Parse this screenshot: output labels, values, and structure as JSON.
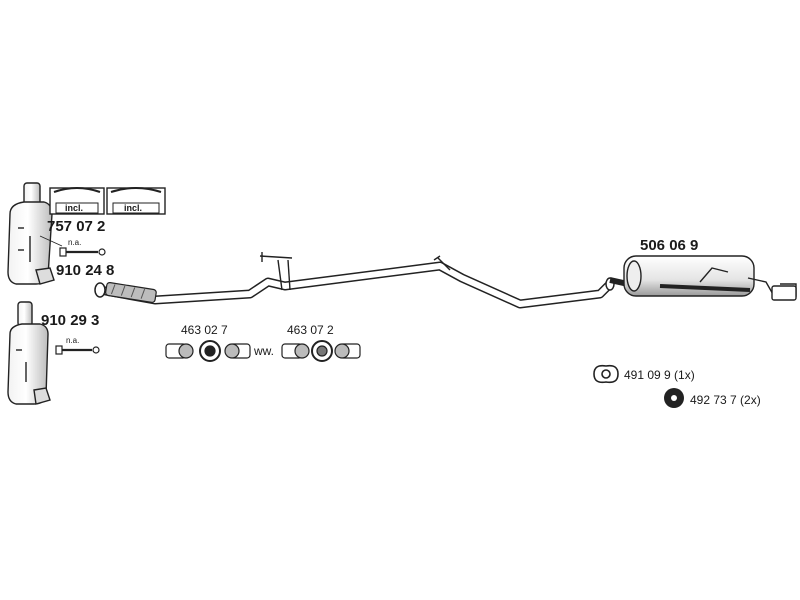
{
  "parts": {
    "dpf_a": "757 07 2",
    "incl_1": "incl.",
    "incl_2": "incl.",
    "sensor_a_note": "n.a.",
    "sensor_a": "910 24 8",
    "dpf_b": "910 29 3",
    "sensor_b_note": "n.a.",
    "clamp_a": "463 02 7",
    "clamp_b": "463 07 2",
    "ww_note": "ww.",
    "rear_muffler": "506 06 9",
    "gasket": "491 09 9 (1x)",
    "rubber_mount": "492 73 7 (2x)"
  }
}
